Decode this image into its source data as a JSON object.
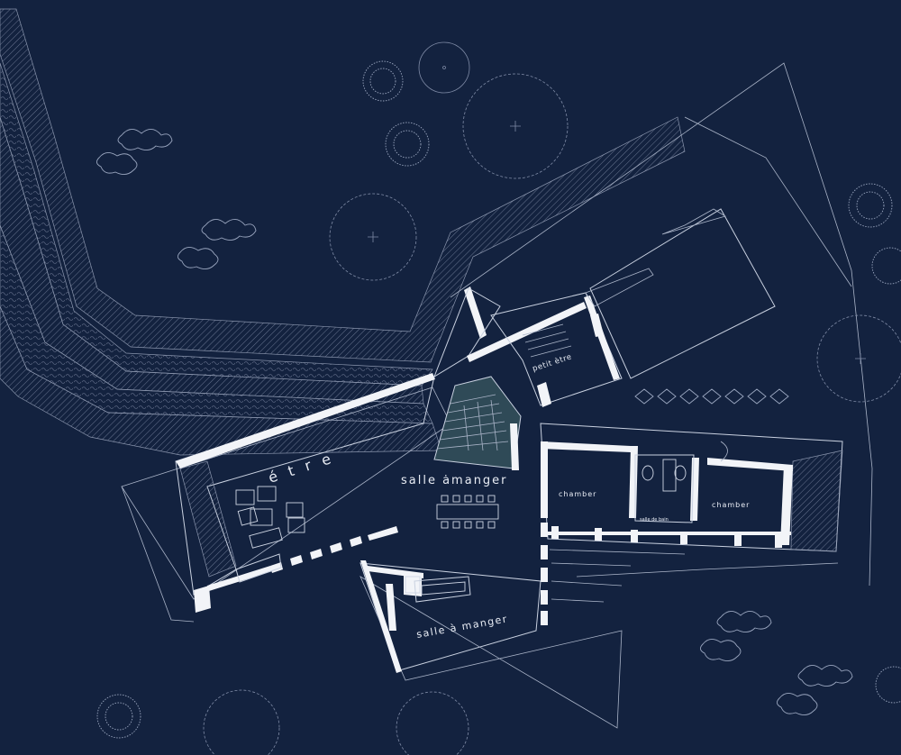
{
  "plan": {
    "rooms": {
      "etre": "é t r e",
      "salle_amanger": "salle ȧmanger",
      "salle_a_manger": "salle à manger",
      "petit_etre": "petit ètre",
      "chamber_left": "chamber",
      "chamber_right": "chamber",
      "salle_de_bain": "salle de bain"
    },
    "colors": {
      "background": "#13223f",
      "walls": "#f2f4f8",
      "lines": "#aab4c8",
      "stair_fill": "#2f4a57"
    }
  }
}
